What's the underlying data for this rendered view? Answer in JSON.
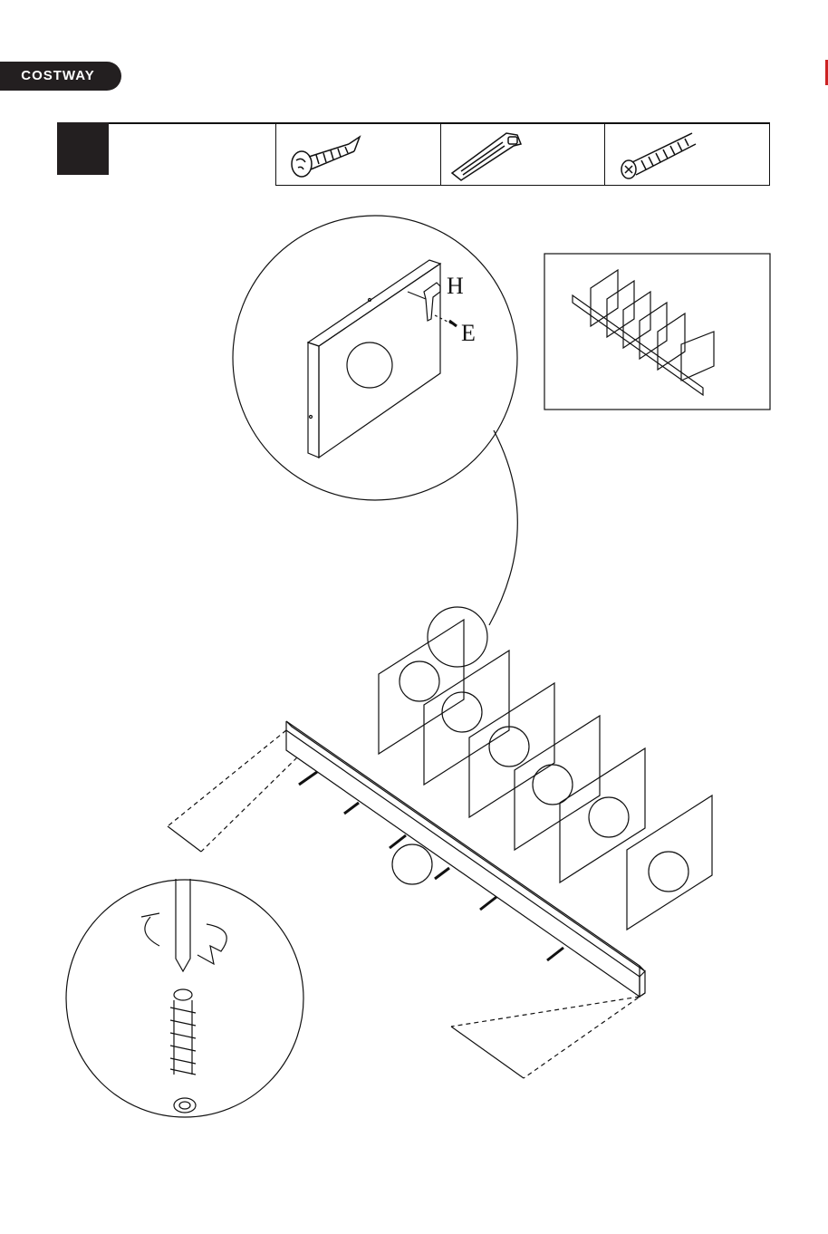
{
  "brand": {
    "name": "COSTWAY"
  },
  "parts": [
    {
      "icon": "wood-screw-icon"
    },
    {
      "icon": "l-bracket-icon"
    },
    {
      "icon": "cam-bolt-icon"
    }
  ],
  "detail_labels": {
    "bracket": "H",
    "screw": "E"
  },
  "colors": {
    "ink": "#231f20",
    "accent": "#cc2222"
  }
}
